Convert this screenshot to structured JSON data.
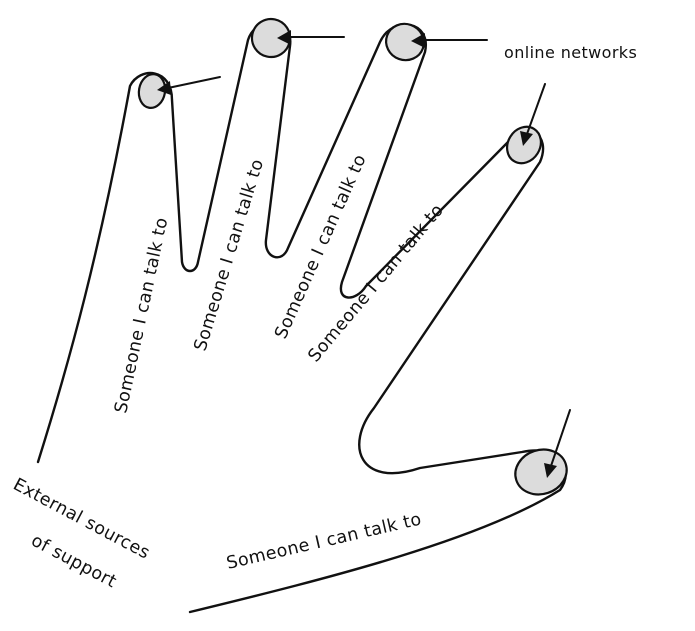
{
  "diagram": {
    "finger_labels": [
      "Someone I can talk to",
      "Someone I can talk to",
      "Someone I can talk to",
      "Someone I can talk to",
      "Someone I can talk to"
    ],
    "top_right_label": "online networks",
    "palm_label_line1": "External sources",
    "palm_label_line2": "of support",
    "colors": {
      "outline": "#111111",
      "nail_fill": "#dcdcdc",
      "background": "#ffffff"
    }
  }
}
